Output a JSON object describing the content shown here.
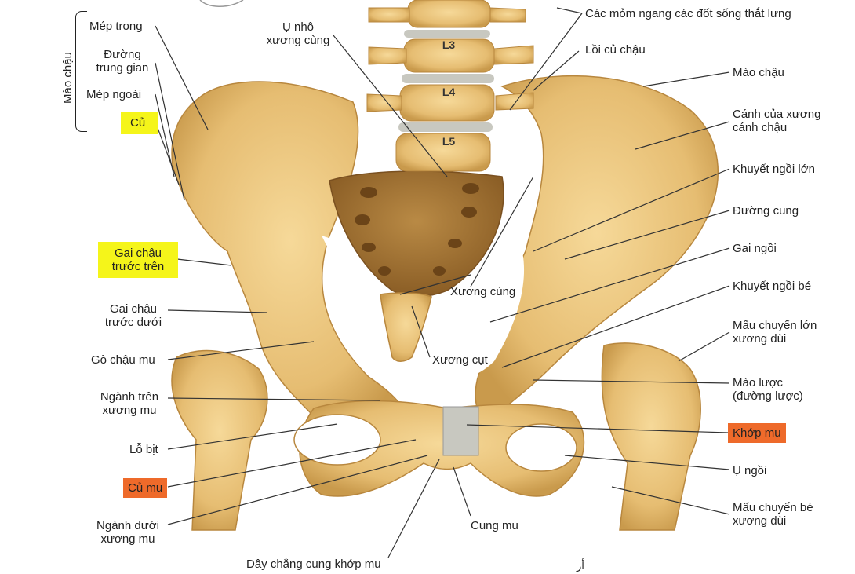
{
  "colors": {
    "bone": "#e8c078",
    "bone_light": "#f3d493",
    "bone_dark": "#b8873e",
    "sacrum_dark": "#9b6a2d",
    "disc": "#c8c8c0",
    "highlight_yellow": "#f5f51a",
    "highlight_orange": "#ee6a2a",
    "leader": "#333333"
  },
  "group": {
    "title": "Mào chậu",
    "items": [
      "Mép trong",
      "Đường trung gian",
      "Mép ngoài"
    ]
  },
  "vertebrae": [
    "L3",
    "L4",
    "L5"
  ],
  "labels_left": {
    "mep_trong": "Mép trong",
    "duong_trung_gian_1": "Đường",
    "duong_trung_gian_2": "trung gian",
    "mep_ngoai": "Mép ngoài",
    "cu": "Củ",
    "gai_chau_truoc_tren_1": "Gai chậu",
    "gai_chau_truoc_tren_2": "trước trên",
    "gai_chau_truoc_duoi_1": "Gai chậu",
    "gai_chau_truoc_duoi_2": "trước dưới",
    "go_chau_mu": "Gò chậu mu",
    "nganh_tren_1": "Ngành trên",
    "nganh_tren_2": "xương mu",
    "lo_bit": "Lỗ bịt",
    "cu_mu": "Củ mu",
    "nganh_duoi_1": "Ngành dưới",
    "nganh_duoi_2": "xương mu"
  },
  "labels_center": {
    "u_nho_1": "Ụ nhô",
    "u_nho_2": "xương cùng",
    "xuong_cung": "Xương cùng",
    "xuong_cut": "Xương cụt",
    "cung_mu": "Cung mu",
    "day_chang": "Dây chằng cung khớp mu"
  },
  "labels_right": {
    "mom_ngang": "Các mỏm ngang các đốt sống thắt lưng",
    "loi_cu_chau": "Lồi củ chậu",
    "mao_chau": "Mào chậu",
    "canh_1": "Cánh của xương",
    "canh_2": "cánh chậu",
    "khuyet_ngoi_lon": "Khuyết ngồi lớn",
    "duong_cung": "Đường cung",
    "gai_ngoi": "Gai ngồi",
    "khuyet_ngoi_be": "Khuyết ngồi bé",
    "mau_lon_1": "Mẩu chuyển lớn",
    "mau_lon_2": "xương đùi",
    "mao_luoc_1": "Mào lược",
    "mao_luoc_2": "(đường lược)",
    "khop_mu": "Khớp mu",
    "u_ngoi": "Ụ ngồi",
    "mau_be_1": "Mấu chuyển bé",
    "mau_be_2": "xương đùi"
  }
}
